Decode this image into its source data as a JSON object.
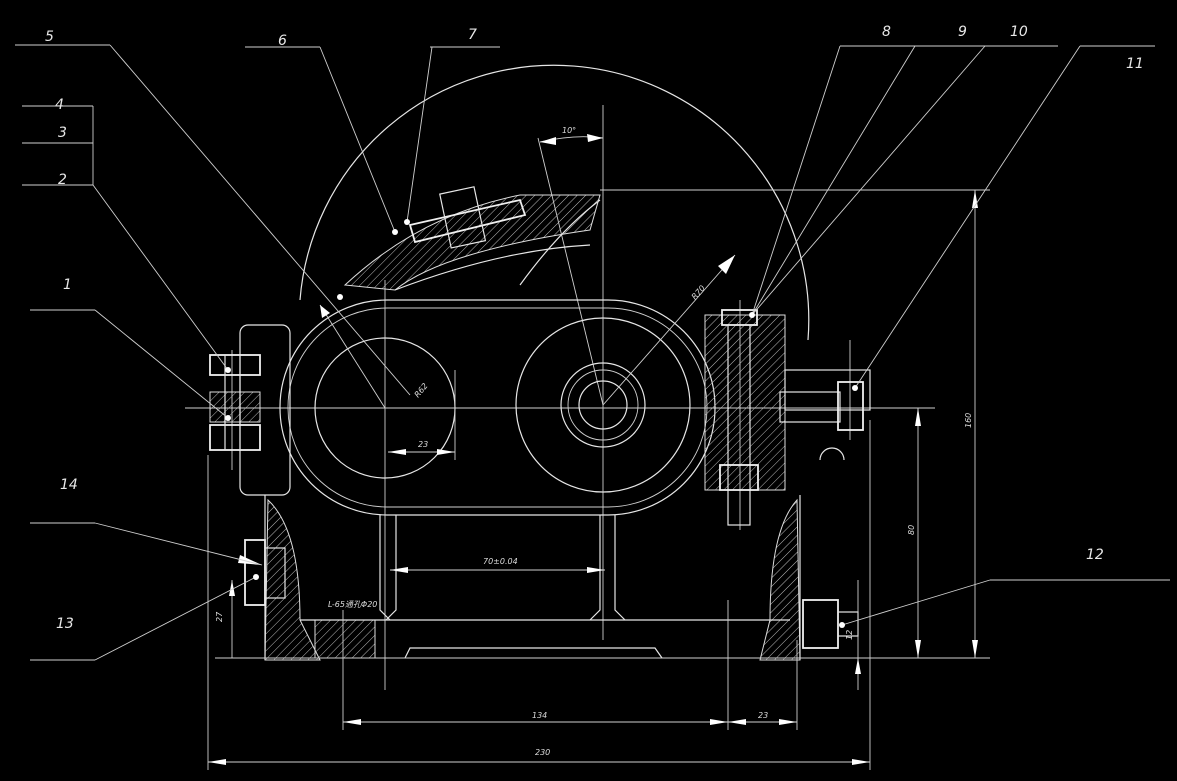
{
  "drawing": {
    "background": "#000000",
    "line_color": "#e6e6e6",
    "callouts": [
      "1",
      "2",
      "3",
      "4",
      "5",
      "6",
      "7",
      "8",
      "9",
      "10",
      "11",
      "12",
      "13",
      "14"
    ],
    "dimensions": {
      "angle": "10°",
      "outer_radius": "R70",
      "inner_radius": "R62",
      "offset_23_upper": "23",
      "center_distance": "70±0.04",
      "hole_note": "L-65通孔Φ20",
      "base_span": "134",
      "base_offset": "23",
      "overall_width": "230",
      "center_height": "80",
      "overall_height": "160",
      "drain_height": "27",
      "oil_plug_height": "12"
    }
  }
}
